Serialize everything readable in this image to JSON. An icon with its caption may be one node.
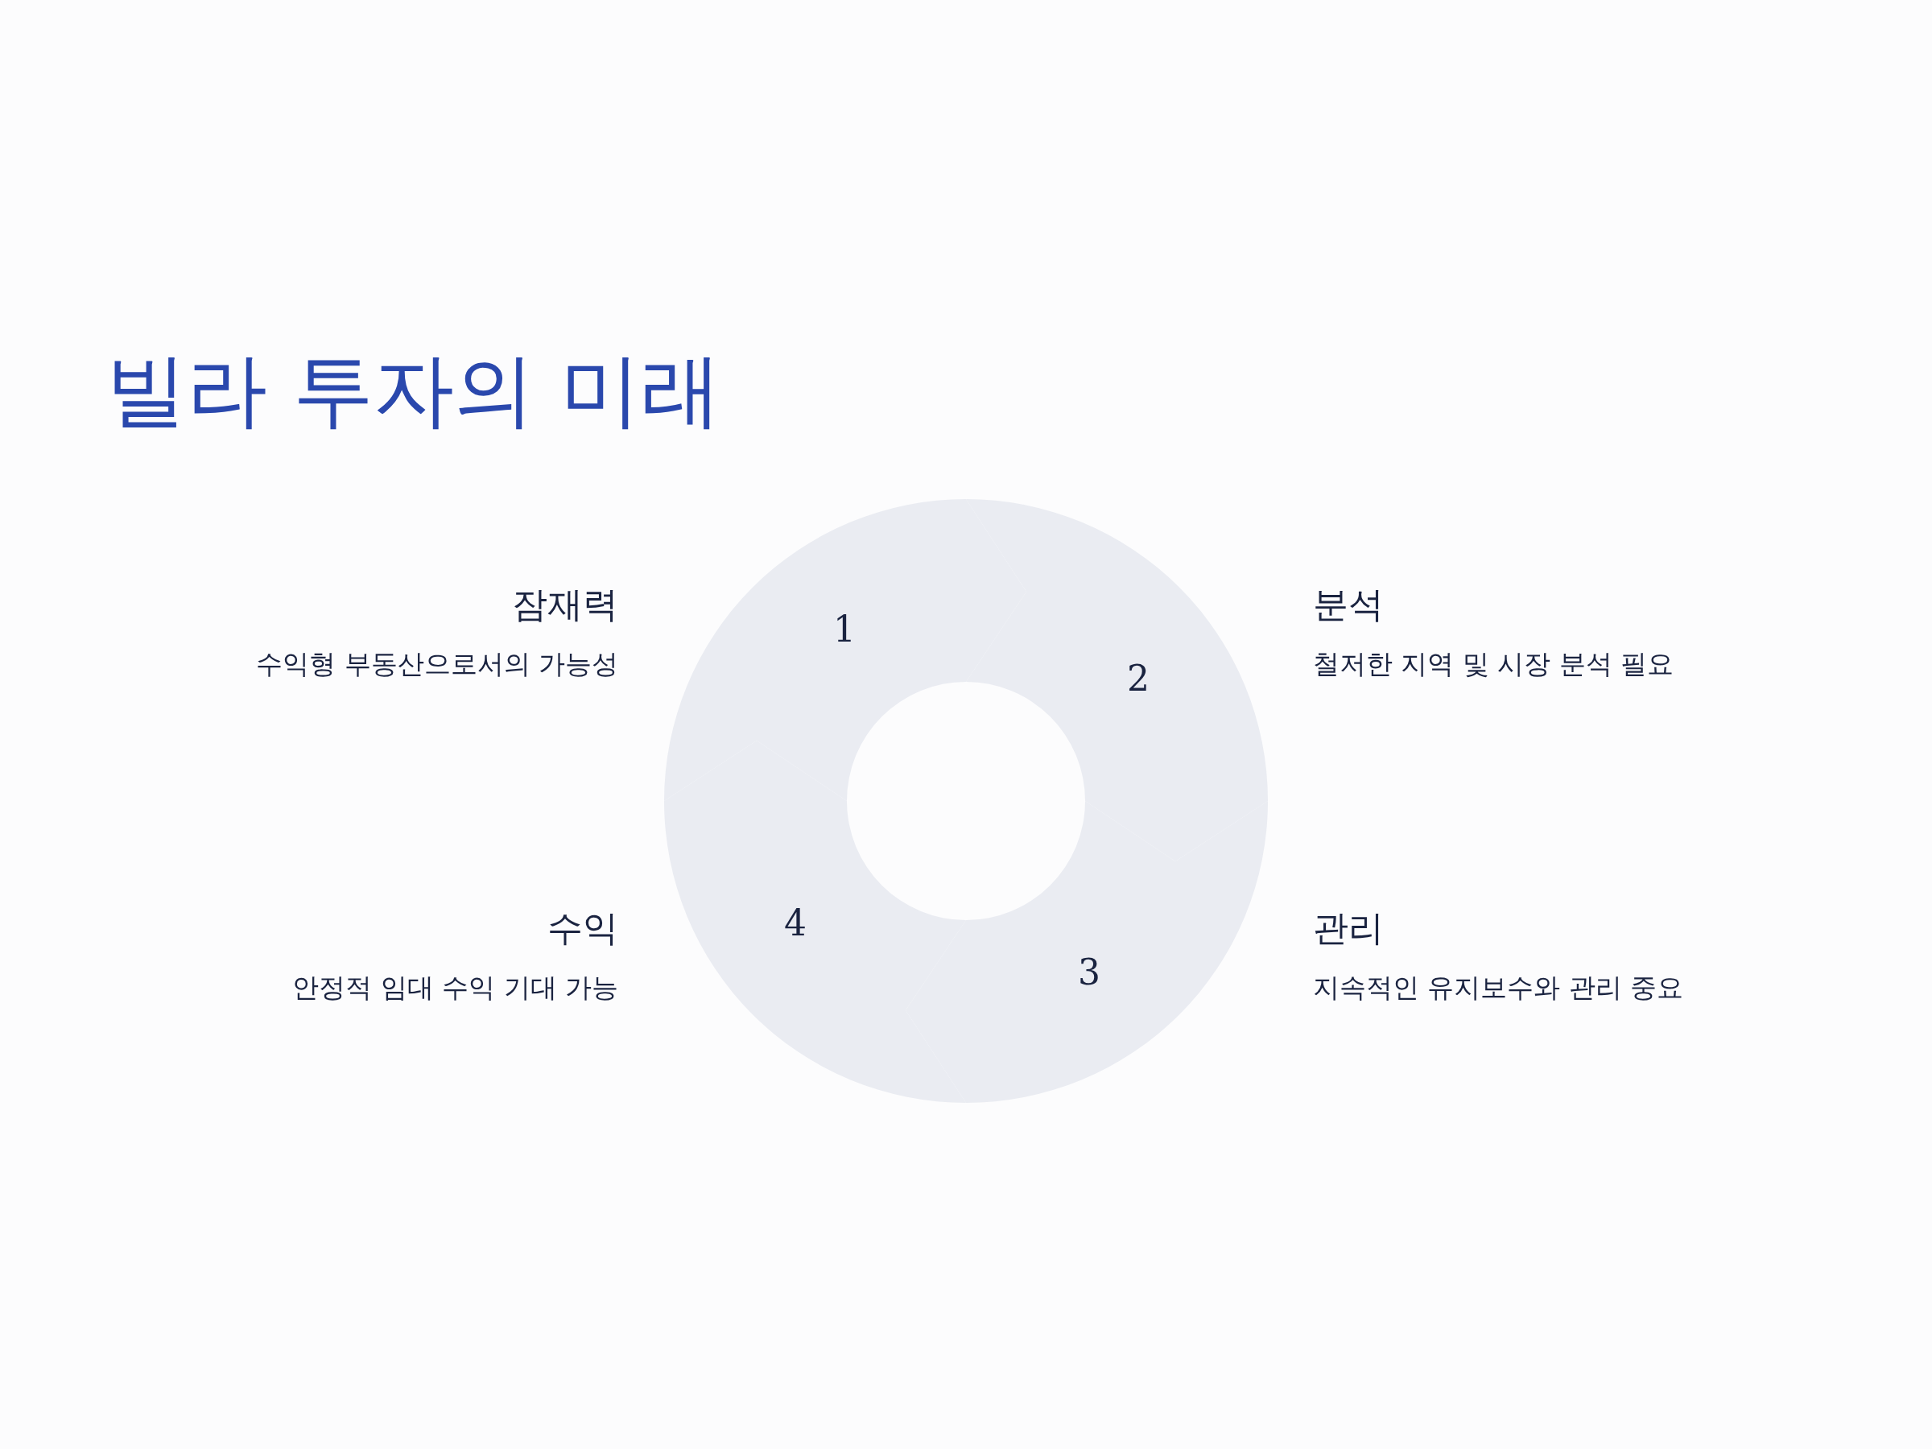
{
  "diagram": {
    "title": "빌라 투자의 미래",
    "nodes": [
      {
        "text": [
          "1"
        ],
        "beside": [
          "잠재력",
          "수익형 부동산으로서의 가능성"
        ]
      },
      {
        "text": [
          "2"
        ],
        "beside": [
          "분석",
          "철저한 지역 및 시장 분석 필요"
        ]
      },
      {
        "text": [
          "3"
        ],
        "beside": [
          "관리",
          "지속적인 유지보수와 관리 중요"
        ]
      },
      {
        "text": [
          "4"
        ],
        "beside": [
          "수익",
          "안정적 임대 수익 기대 가능"
        ]
      }
    ]
  }
}
